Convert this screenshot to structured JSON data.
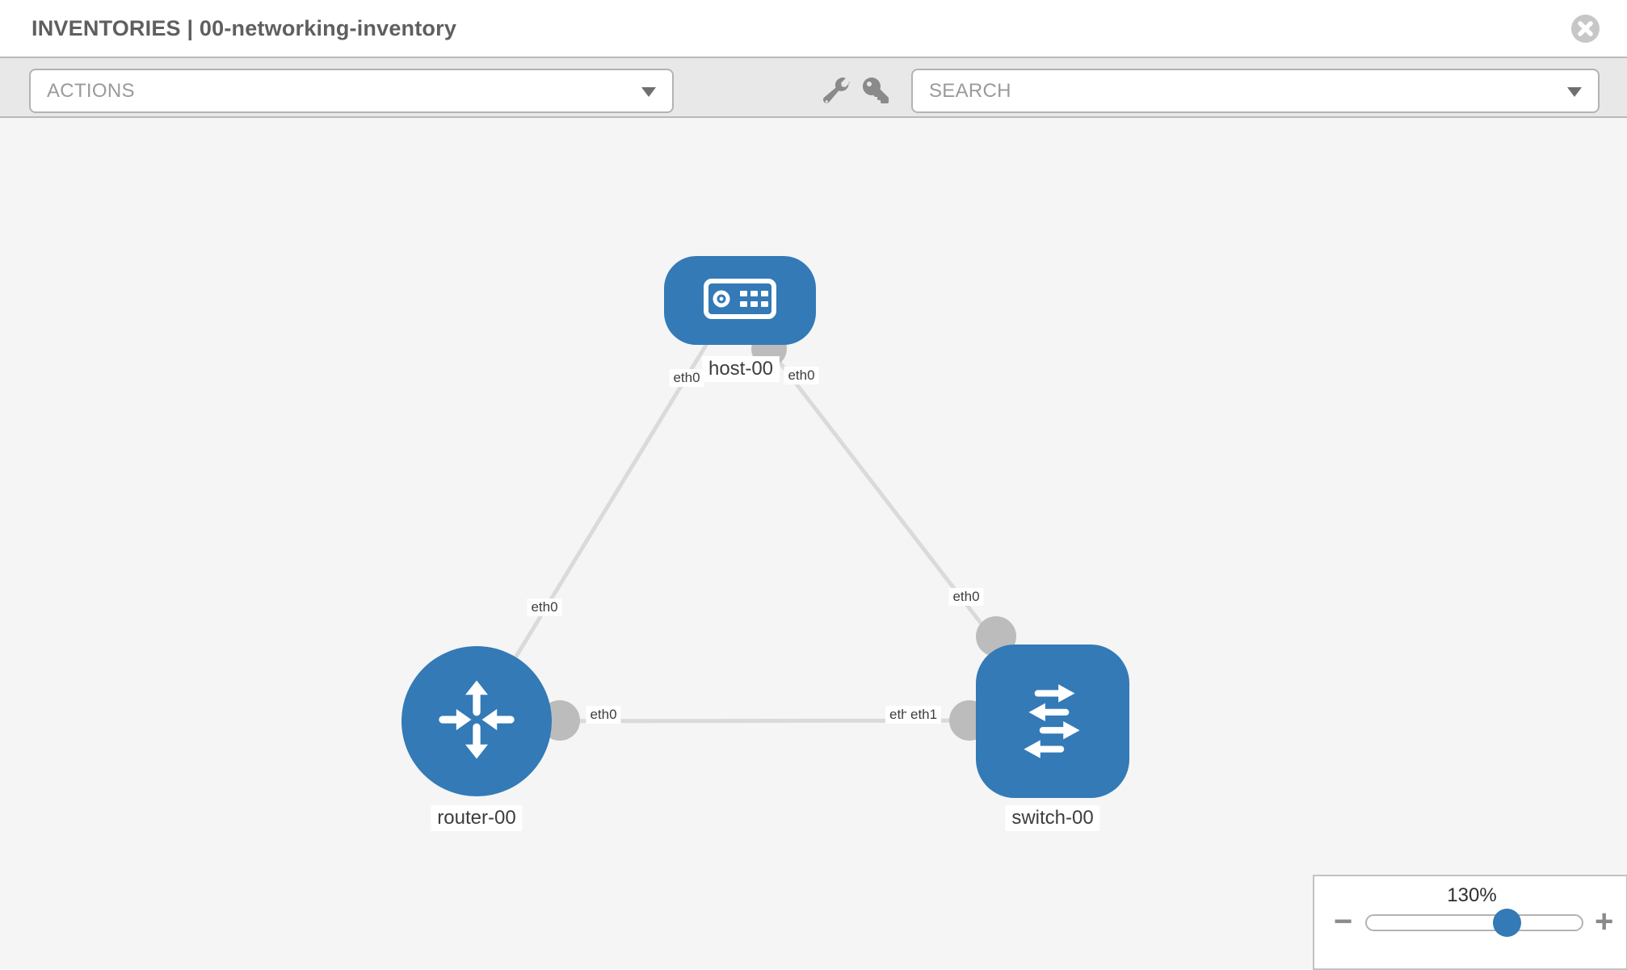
{
  "header": {
    "title": "INVENTORIES | 00-networking-inventory"
  },
  "toolbar": {
    "actions_placeholder": "ACTIONS",
    "search_placeholder": "SEARCH",
    "icons": [
      "wrench",
      "key"
    ]
  },
  "topology": {
    "nodes": [
      {
        "name": "host-00",
        "type": "host"
      },
      {
        "name": "router-00",
        "type": "router"
      },
      {
        "name": "switch-00",
        "type": "switch"
      }
    ],
    "links": [
      {
        "from": "host-00",
        "from_iface": "eth0",
        "to": "router-00",
        "to_iface": "eth0"
      },
      {
        "from": "host-00",
        "from_iface": "eth0",
        "to": "switch-00",
        "to_iface": "eth0"
      },
      {
        "from": "router-00",
        "from_iface": "eth0",
        "to": "switch-00",
        "to_iface": "eth1"
      }
    ],
    "iface_labels": [
      {
        "text": "eth0"
      },
      {
        "text": "eth0"
      },
      {
        "text": "eth0"
      },
      {
        "text": "eth0"
      },
      {
        "text": "eth0"
      },
      {
        "text": "eth0"
      },
      {
        "text": "eth1"
      }
    ]
  },
  "zoom_control": {
    "level": "130%",
    "minus": "−",
    "plus": "+"
  },
  "colors": {
    "node_blue": "#337ab7",
    "port_gray": "#bcbcbc",
    "link_gray": "#dadada",
    "canvas_bg": "#f5f5f5",
    "toolbar_bg": "#e8e8e8"
  }
}
